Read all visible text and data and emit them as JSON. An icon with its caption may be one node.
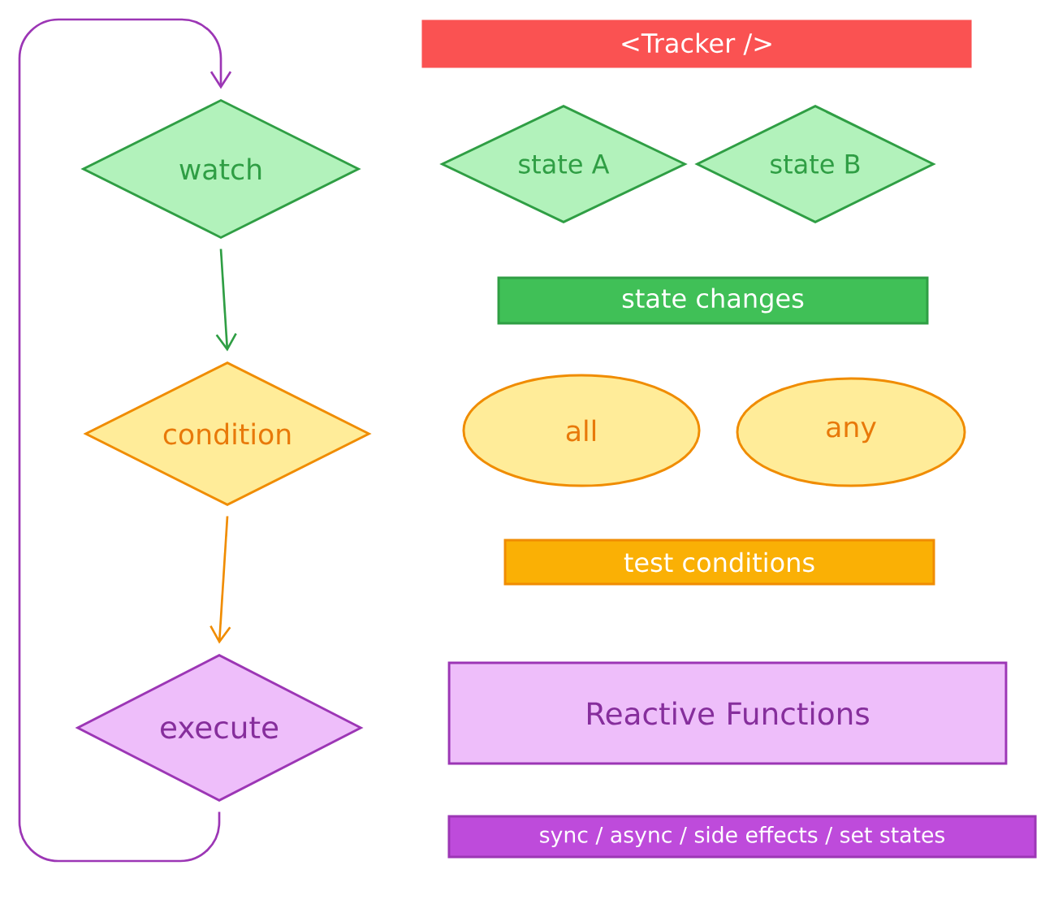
{
  "diagram": {
    "nodes": [
      {
        "text": [
          "watch"
        ]
      },
      {
        "text": [
          "condition"
        ]
      },
      {
        "text": [
          "execute"
        ]
      },
      {
        "text": [
          "<Tracker />"
        ]
      },
      {
        "text": [
          "state A"
        ]
      },
      {
        "text": [
          "state B"
        ]
      },
      {
        "text": [
          "state changes"
        ]
      },
      {
        "text": [
          "all"
        ]
      },
      {
        "text": [
          "any"
        ]
      },
      {
        "text": [
          "test conditions"
        ]
      },
      {
        "text": [
          "Reactive Functions"
        ]
      },
      {
        "text": [
          "sync / async / side effects / set states"
        ]
      }
    ],
    "edges": [
      {
        "from": 0,
        "to": 1,
        "arrow": "to",
        "color": "#2f9e44"
      },
      {
        "from": 1,
        "to": 2,
        "arrow": "to",
        "color": "#f08c00"
      },
      {
        "from": 2,
        "to": 0,
        "arrow": "to",
        "color": "#9c36b5"
      }
    ]
  }
}
